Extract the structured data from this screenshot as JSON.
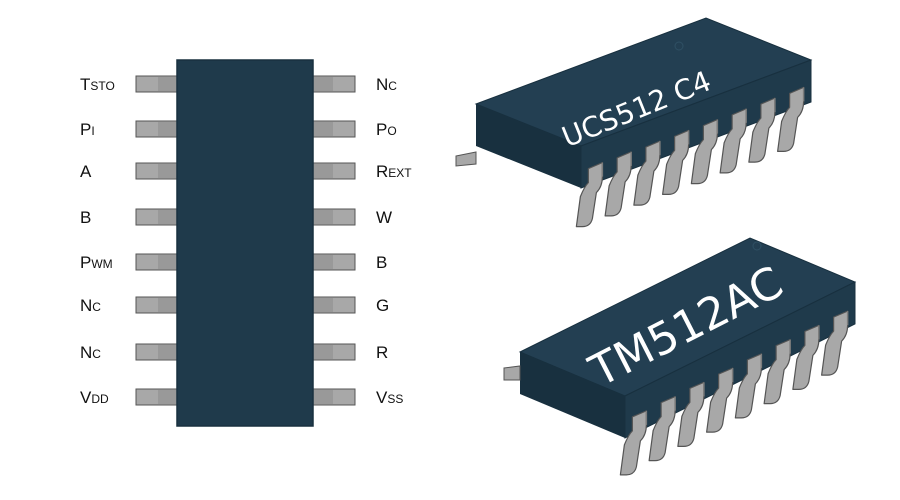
{
  "colors": {
    "body": "#1f3a4b",
    "body_top": "#233f52",
    "body_edge": "#18303f",
    "pin": "#a8a8a8",
    "pin_dark": "#7d7d7d",
    "pin_edge": "#555555",
    "text": "#111111",
    "marking": "#ffffff"
  },
  "pinout": {
    "left_pins": [
      {
        "big": "T",
        "small": "STO"
      },
      {
        "big": "P",
        "small": "I"
      },
      {
        "big": "A",
        "small": ""
      },
      {
        "big": "B",
        "small": ""
      },
      {
        "big": "P",
        "small": "WM"
      },
      {
        "big": "N",
        "small": "C"
      },
      {
        "big": "N",
        "small": "C"
      },
      {
        "big": "V",
        "small": "DD"
      }
    ],
    "right_pins": [
      {
        "big": "N",
        "small": "C"
      },
      {
        "big": "P",
        "small": "O"
      },
      {
        "big": "R",
        "small": "EXT"
      },
      {
        "big": "W",
        "small": ""
      },
      {
        "big": "B",
        "small": ""
      },
      {
        "big": "G",
        "small": ""
      },
      {
        "big": "R",
        "small": ""
      },
      {
        "big": "V",
        "small": "SS"
      }
    ]
  },
  "chips": [
    {
      "marking": "UCS512 C4",
      "pins_per_side": 8
    },
    {
      "marking": "TM512AC",
      "pins_per_side": 8
    }
  ]
}
